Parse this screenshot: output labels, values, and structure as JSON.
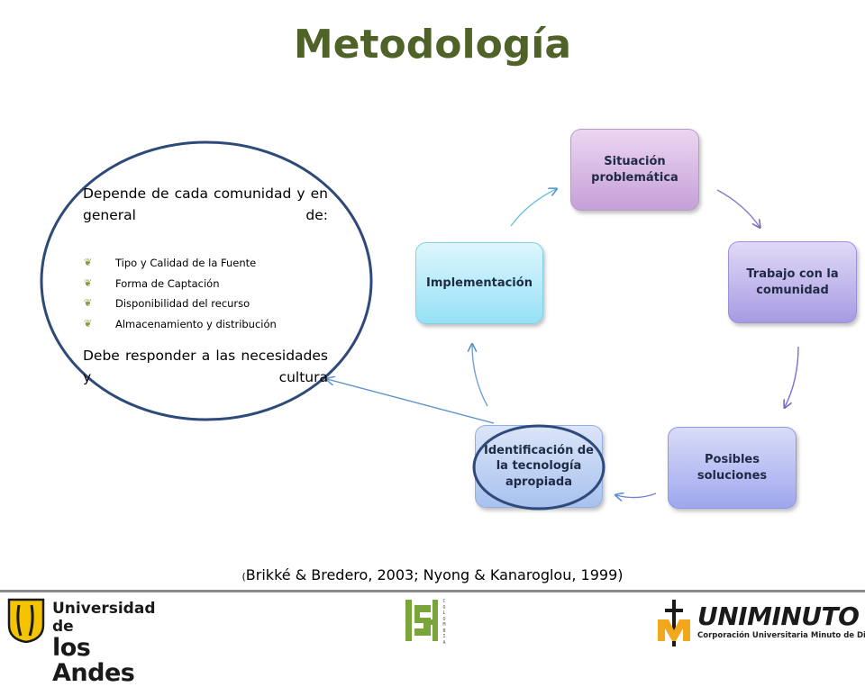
{
  "title": "Metodología",
  "cycle": {
    "steps": [
      "Situación problemática",
      "Trabajo  con la comunidad",
      "Posibles soluciones",
      "Identificación  de la tecnología apropiada",
      "Implementación"
    ],
    "highlighted_step": "Identificación  de la tecnología apropiada"
  },
  "panel": {
    "intro": "Depende de cada comunidad y en general de:",
    "bullets": [
      "Tipo y Calidad de la Fuente",
      "Forma de Captación",
      "Disponibilidad del recurso",
      "Almacenamiento y distribución"
    ],
    "closing": "Debe responder a las necesidades y cultura"
  },
  "citation": {
    "open": "(",
    "text": "Brikké & Bredero, 2003; Nyong & Kanaroglou, 1999)"
  },
  "footer": {
    "left_logo": {
      "line1": "Universidad de",
      "line2": "los Andes"
    },
    "center_logo": {
      "letters": "ISF",
      "country": "COLOMBIA"
    },
    "right_logo": {
      "name": "UNIMINUTO",
      "subtitle": "Corporación Universitaria Minuto de Dios"
    }
  },
  "colors": {
    "title": "#4f6228",
    "ellipse_stroke": "#2e4a7a",
    "arrow_stroke": "#5a8fcb",
    "bullet_icon": "#8a9a3a"
  },
  "icons": {
    "bullet": "flower-bullet-icon",
    "cycle_arrow": "curved-arrow-icon"
  }
}
